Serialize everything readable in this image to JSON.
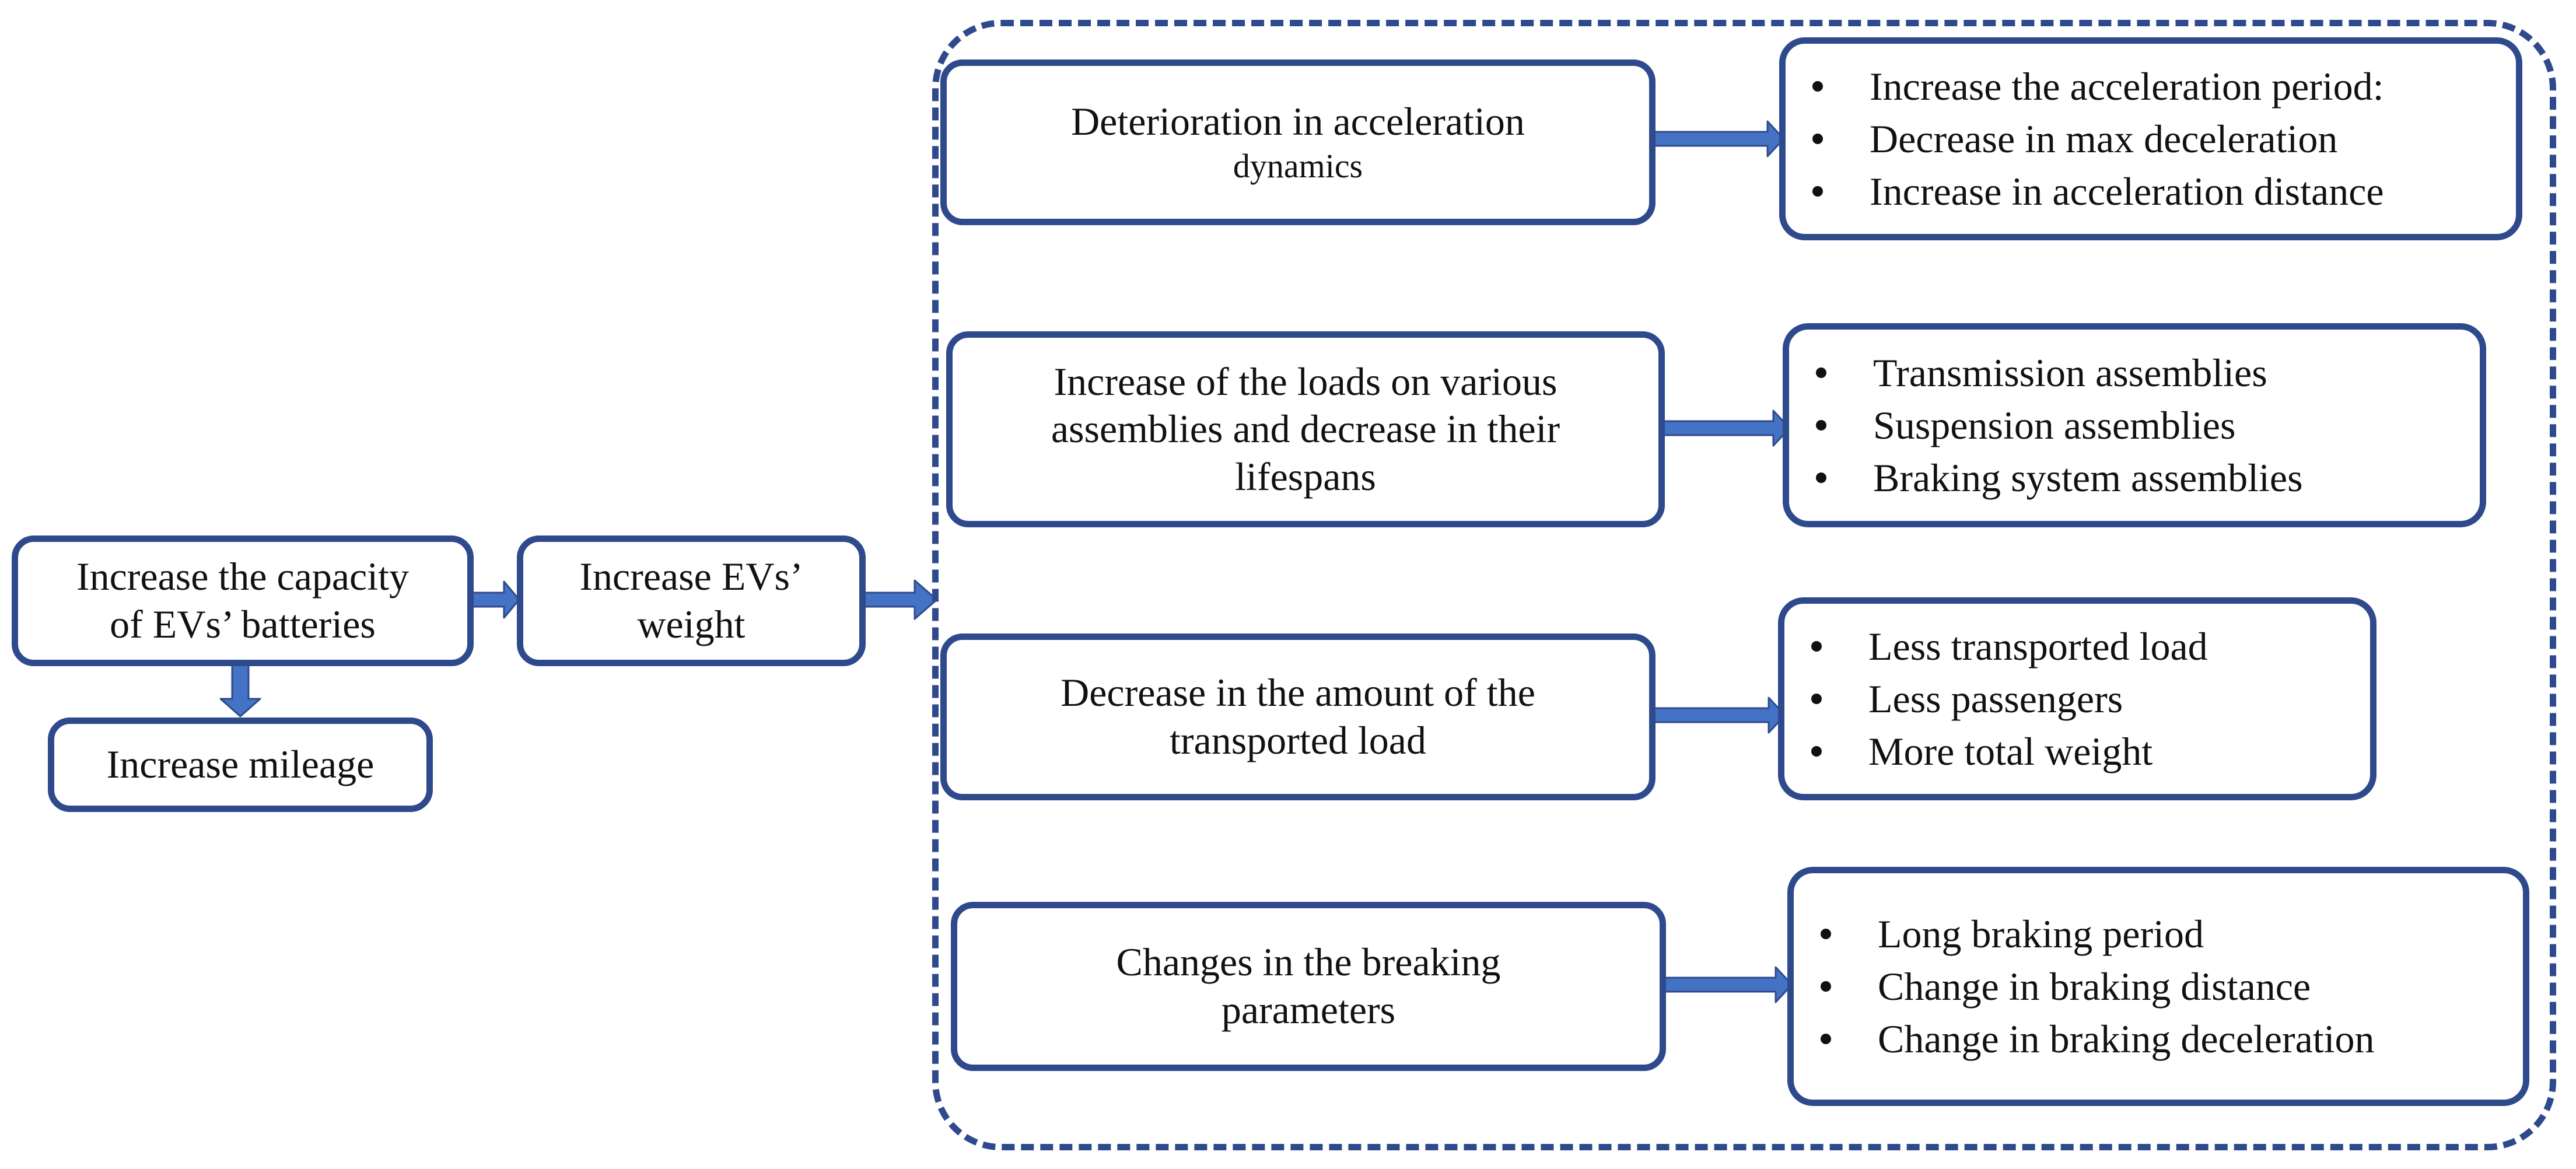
{
  "colors": {
    "outline": "#2E4A8C",
    "arrow_fill": "#4472C4",
    "text": "#111111",
    "background": "#ffffff"
  },
  "left": {
    "capacity": [
      "Increase the capacity",
      "of EVs’ batteries"
    ],
    "mileage": "Increase mileage",
    "weight": [
      "Increase EVs’",
      "weight"
    ]
  },
  "effects": [
    {
      "cause": [
        "Deterioration in acceleration",
        "dynamics"
      ],
      "details": [
        "Increase the acceleration period:",
        "Decrease in max deceleration",
        "Increase in acceleration distance"
      ]
    },
    {
      "cause": [
        "Increase of the loads on various",
        "assemblies and decrease in their",
        "lifespans"
      ],
      "details": [
        "Transmission assemblies",
        "Suspension assemblies",
        "Braking system assemblies"
      ]
    },
    {
      "cause": [
        "Decrease in the amount of the",
        "transported load"
      ],
      "details": [
        "Less transported load",
        "Less passengers",
        "More total weight"
      ]
    },
    {
      "cause": [
        "Changes in the breaking",
        "parameters"
      ],
      "details": [
        "Long braking period",
        "Change in braking distance",
        "Change in braking deceleration"
      ]
    }
  ]
}
